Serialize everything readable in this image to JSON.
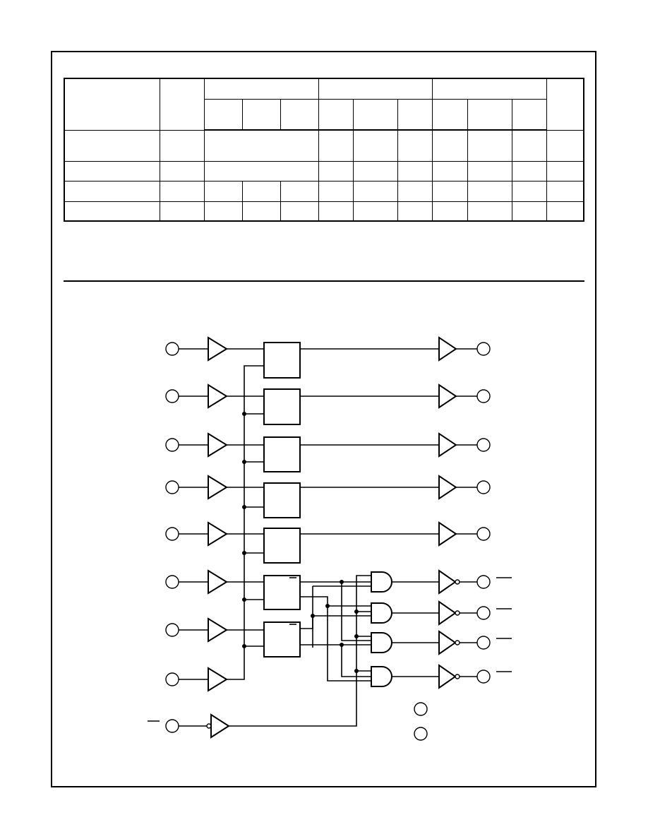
{
  "spec_table": {
    "header_row_1": [
      "",
      "",
      "",
      "",
      "",
      ""
    ],
    "header_row_2": [
      "",
      "",
      "",
      "",
      "",
      "",
      "",
      "",
      ""
    ],
    "body_rows": [
      [
        "",
        "",
        "",
        "",
        "",
        "",
        "",
        "",
        ""
      ],
      [
        "",
        "",
        "",
        "",
        "",
        "",
        "",
        "",
        ""
      ],
      [
        "",
        "",
        "",
        "",
        "",
        "",
        "",
        "",
        "",
        "",
        "",
        ""
      ],
      [
        "",
        "",
        "",
        "",
        "",
        "",
        "",
        "",
        "",
        "",
        "",
        ""
      ]
    ]
  },
  "diagram": {
    "latch_count": 7,
    "buffered_outputs": 5,
    "decoded_outputs": 4,
    "power_pins": 2
  }
}
